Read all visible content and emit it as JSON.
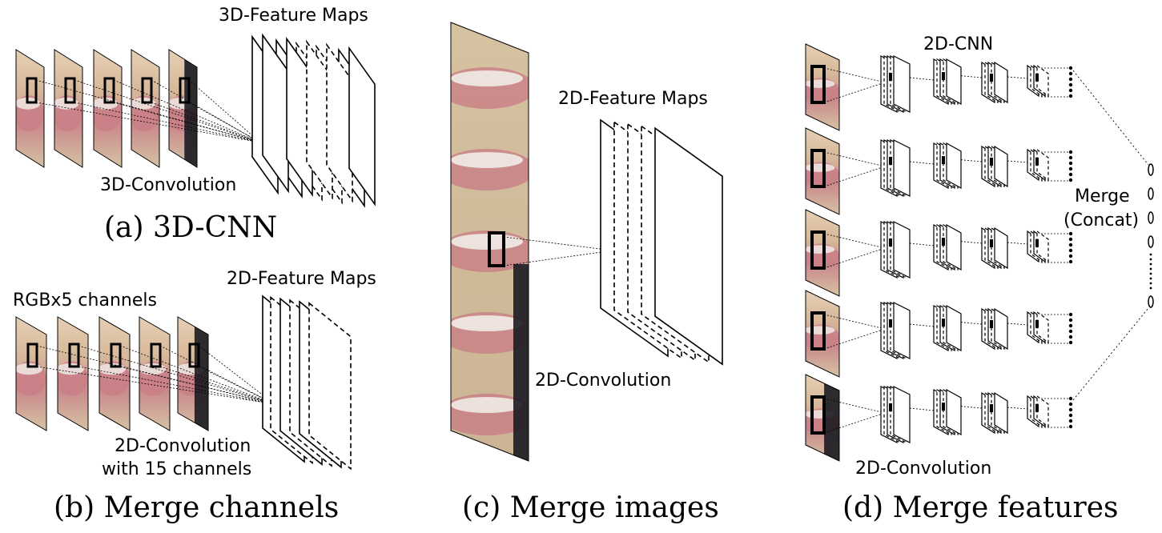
{
  "panel_a": {
    "feature_maps_label": "3D-Feature Maps",
    "conv_label": "3D-Convolution",
    "caption": "(a) 3D-CNN"
  },
  "panel_b": {
    "channels_label": "RGBx5 channels",
    "feature_maps_label": "2D-Feature Maps",
    "conv_label_line1": "2D-Convolution",
    "conv_label_line2": "with 15 channels",
    "caption": "(b) Merge channels"
  },
  "panel_c": {
    "feature_maps_label": "2D-Feature Maps",
    "conv_label": "2D-Convolution",
    "caption": "(c) Merge images"
  },
  "panel_d": {
    "cnn_label": "2D-CNN",
    "merge_label_line1": "Merge",
    "merge_label_line2": "(Concat)",
    "conv_label": "2D-Convolution",
    "caption": "(d) Merge features"
  },
  "colors": {
    "line": "#000000",
    "skin": "#d8b58f",
    "lip": "#c97e86",
    "teeth": "#f3f1ec",
    "shadow": "#1b1b22"
  }
}
